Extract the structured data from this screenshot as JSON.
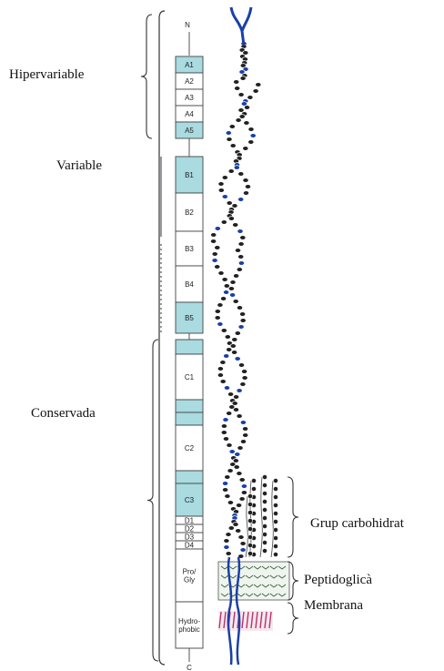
{
  "terminal_labels": {
    "n_terminus": "N",
    "c_terminus": "C"
  },
  "region_labels": {
    "hypervariable": "Hipervariable",
    "variable": "Variable",
    "conserved": "Conservada",
    "carbohydrate": "Grup carbohidrat",
    "peptidoglycan": "Peptidoglicà",
    "membrane": "Membrana"
  },
  "segments": [
    {
      "label": "A1",
      "shaded": true
    },
    {
      "label": "A2",
      "shaded": false
    },
    {
      "label": "A3",
      "shaded": false
    },
    {
      "label": "A4",
      "shaded": false
    },
    {
      "label": "A5",
      "shaded": true
    },
    {
      "label": "B1",
      "shaded": true
    },
    {
      "label": "B2",
      "shaded": false
    },
    {
      "label": "B3",
      "shaded": false
    },
    {
      "label": "B4",
      "shaded": false
    },
    {
      "label": "B5",
      "shaded": true
    },
    {
      "label": "",
      "shaded": true
    },
    {
      "label": "C1",
      "shaded": false
    },
    {
      "label": "",
      "shaded": true
    },
    {
      "label": "",
      "shaded": true
    },
    {
      "label": "C2",
      "shaded": false
    },
    {
      "label": "",
      "shaded": true
    },
    {
      "label": "C3",
      "shaded": true
    },
    {
      "label": "D1",
      "shaded": false
    },
    {
      "label": "D2",
      "shaded": false
    },
    {
      "label": "D3",
      "shaded": false
    },
    {
      "label": "D4",
      "shaded": false
    },
    {
      "label": "Pro/ Gly",
      "shaded": false
    },
    {
      "label": "Hydro- phobic",
      "shaded": false
    }
  ],
  "colors": {
    "shaded": "#a9dbe0",
    "unshaded": "#ffffff",
    "outline": "#444444",
    "coil": "#222222",
    "coil_blue": "#1a3fa8",
    "membrane_red": "#b8336a",
    "brace": "#333333"
  }
}
